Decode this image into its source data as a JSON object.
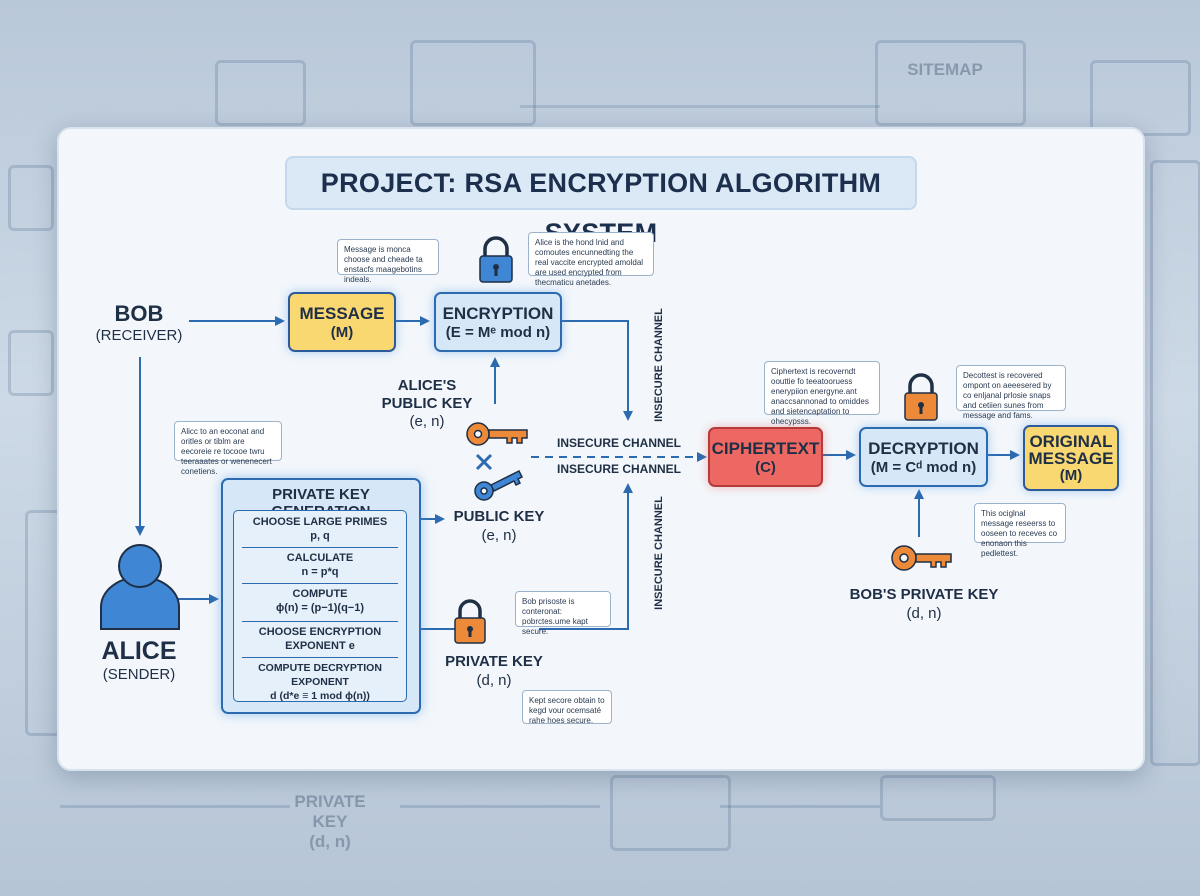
{
  "title": "PROJECT: RSA ENCRYPTION ALGORITHM SYSTEM",
  "bob": {
    "name": "BOB",
    "role": "(RECEIVER)"
  },
  "alice": {
    "name": "ALICE",
    "role": "(SENDER)"
  },
  "message": {
    "line1": "MESSAGE",
    "line2": "(M)"
  },
  "encryption": {
    "line1": "ENCRYPTION",
    "line2": "(E = Mᵉ mod n)"
  },
  "alice_public_key": {
    "line1": "ALICE'S",
    "line2": "PUBLIC KEY",
    "line3": "(e, n)"
  },
  "public_key": {
    "line1": "PUBLIC KEY",
    "line2": "(e, n)"
  },
  "private_key": {
    "line1": "PRIVATE KEY",
    "line2": "(d, n)"
  },
  "private_key_generation": {
    "title": "PRIVATE KEY GENERATION",
    "steps": [
      {
        "line1": "CHOOSE LARGE PRIMES",
        "line2": "p, q"
      },
      {
        "line1": "CALCULATE",
        "line2": "n = p*q"
      },
      {
        "line1": "COMPUTE",
        "line2": "ϕ(n) = (p−1)(q−1)"
      },
      {
        "line1": "CHOOSE ENCRYPTION",
        "line2": "EXPONENT e"
      },
      {
        "line1": "COMPUTE DECRYPTION EXPONENT",
        "line2": "d (d*e ≡ 1 mod ϕ(n))"
      }
    ]
  },
  "channel": {
    "horizontal_1": "INSECURE CHANNEL",
    "horizontal_2": "INSECURE CHANNEL",
    "vertical_top": "INSECURE CHANNEL",
    "vertical_bottom": "INSECURE CHANNEL"
  },
  "ciphertext": {
    "line1": "CIPHERTEXT",
    "line2": "(C)"
  },
  "decryption": {
    "line1": "DECRYPTION",
    "line2": "(M = Cᵈ mod n)"
  },
  "original_message": {
    "line1": "ORIGINAL",
    "line2": "MESSAGE",
    "line3": "(M)"
  },
  "bobs_private_key": {
    "line1": "BOB'S PRIVATE KEY",
    "line2": "(d, n)"
  },
  "notes": {
    "message_note": "Message is monca choose and cheade ta enstacfs maagebotins indeals.",
    "encryption_note": "Alice is the hond lnid and comoutes encunnedting the real vaccite encrypted amoldal are used encrypted from thecmaticu anetades.",
    "alice_note": "Alicc to an eoconat and oritles or tiblm are eecoreie re tocooe twru teeraaates or wenenecert conetiens.",
    "secure_note": "Bob prisoste is conteronat: pobrctes.ume kapt secure.",
    "private_key_note": "Kept secore obtain to kegd vour ocemsaté rahe hoes secure.",
    "ciphertext_note": "Ciphertext is recoverndt oouttie fo teeatooruess enerypiion energyne.ant anaccsannonad to omiddes and sietencaptation to ohecypsss.",
    "decryption_note": "Decottest is recovered ompont on aeeesered by co enljanal prlosie snaps and cetiien sunes from message and fams.",
    "original_note": "This ociglnal message reseerss to ooseen to receves co enonaon this pedlettest."
  },
  "background": {
    "top_text": "SITEMAP",
    "private_key": "PRIVATE KEY",
    "private_key_sub": "(d, n)"
  },
  "colors": {
    "accent_blue": "#2d6bb0",
    "message_yellow": "#f9d872",
    "cipher_red": "#ee6863",
    "key_orange": "#ec8a3a",
    "lock_blue": "#3f86d4"
  }
}
